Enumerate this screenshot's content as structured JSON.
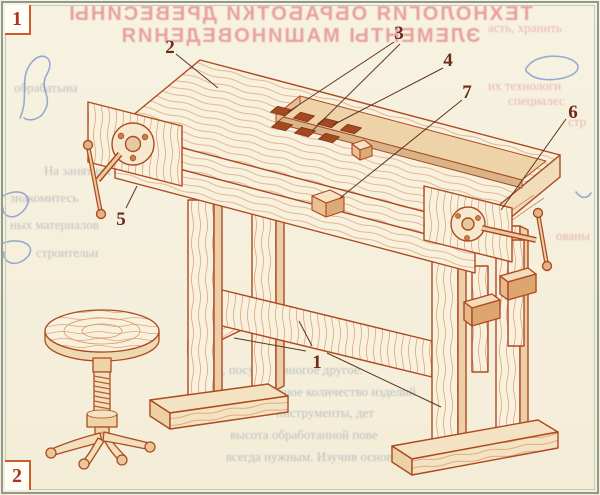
{
  "page": {
    "corner_top_label": "1",
    "corner_bottom_label": "2"
  },
  "bleed": {
    "headline_line1": "ТЕХНОЛОГИЯ ОБРАБОТКИ ДРЕВЕСИНЫ",
    "headline_line2": "ЭЛЕМЕНТЫ МАШИНОВЕДЕНИЯ",
    "fragments": [
      "асть, хранить",
      "обрабатыва",
      "их технологи",
      "специалес",
      "На занятиях",
      "знакомитесь",
      "ных материалов",
      "строительн",
      "труда, посуду и многое другое.",
      "окружает большое количество изделий",
      "инструменты, дет",
      "высота обработанной пове",
      "всегда нужным. Изучив основы техн",
      "стр",
      "ованы"
    ]
  },
  "figure": {
    "subject": "столярный верстак и табурет",
    "callout_labels": [
      "1",
      "2",
      "3",
      "4",
      "5",
      "6",
      "7"
    ],
    "colors": {
      "outline": "#ad4a22",
      "hatch": "#e0a47c",
      "paper": "#f7f2e2",
      "callout_text": "#6e2a18",
      "headline_pink": "#df5c68",
      "pen_blue": "#3a64be",
      "frame": "#8f9a8c"
    }
  }
}
